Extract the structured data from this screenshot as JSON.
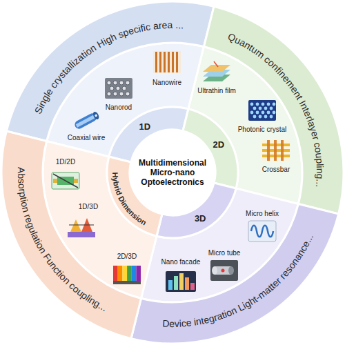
{
  "diagram": {
    "nodes": [
      {
        "text": [
          "Multidimensional Micro-nano Optoelectronics"
        ]
      },
      {
        "text": [
          "1D"
        ]
      },
      {
        "text": [
          "2D"
        ]
      },
      {
        "text": [
          "3D"
        ]
      },
      {
        "text": [
          "Hybrid Dimension"
        ]
      },
      {
        "text": [
          "Single crystallization High specific area ..."
        ]
      },
      {
        "text": [
          "Quantum confinement Interlayer coupling..."
        ]
      },
      {
        "text": [
          "Device integration Light-matter resonance..."
        ]
      },
      {
        "text": [
          "Absorption regulation Function coupling..."
        ]
      }
    ],
    "labels": [
      "Nanowire",
      "Nanorod",
      "Coaxial wire",
      "Ultrathin film",
      "Photonic crystal",
      "Crossbar",
      "Micro helix",
      "Micro tube",
      "Nano facade",
      "1D/2D",
      "1D/3D",
      "2D/3D"
    ]
  }
}
